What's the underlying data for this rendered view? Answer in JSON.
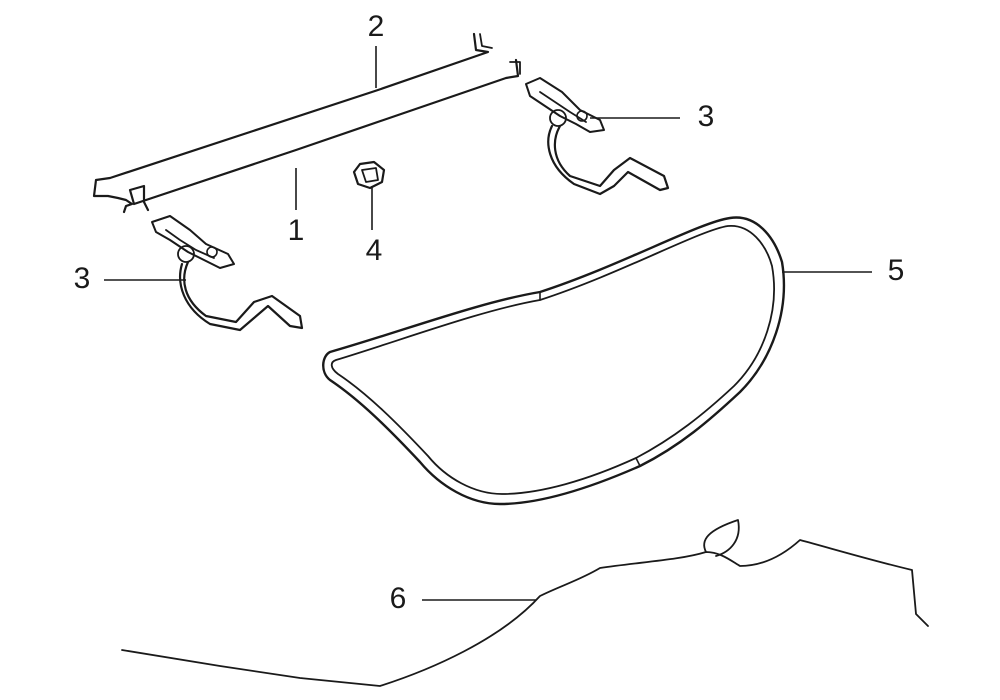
{
  "diagram": {
    "callouts": [
      {
        "id": "c1",
        "label": "1"
      },
      {
        "id": "c2",
        "label": "2"
      },
      {
        "id": "c3a",
        "label": "3"
      },
      {
        "id": "c3b",
        "label": "3"
      },
      {
        "id": "c4",
        "label": "4"
      },
      {
        "id": "c5",
        "label": "5"
      },
      {
        "id": "c6",
        "label": "6"
      }
    ],
    "colors": {
      "line": "#1a1a1a",
      "background": "#ffffff"
    }
  }
}
